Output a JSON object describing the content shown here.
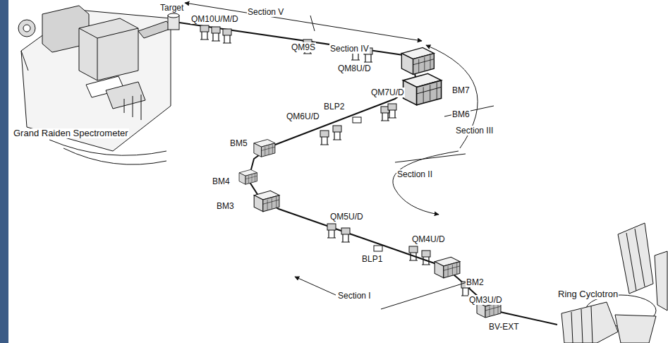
{
  "diagram": {
    "labels": [
      "Target",
      "Section V",
      "QM10U/M/D",
      "QM9S",
      "Section IV",
      "QM8U/D",
      "BM7",
      "Grand Raiden Spectrometer",
      "QM7U/D",
      "BLP2",
      "BM6",
      "QM6U/D",
      "Section III",
      "BM5",
      "BM4",
      "Section II",
      "BM3",
      "QM5U/D",
      "BLP1",
      "QM4U/D",
      "BM2",
      "QM3U/D",
      "Section I",
      "BV-EXT",
      "Ring Cyclotron"
    ]
  }
}
